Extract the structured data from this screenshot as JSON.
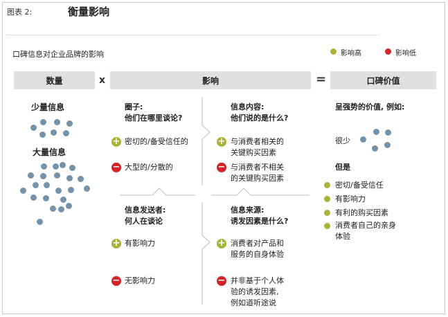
{
  "figure_label": "图表 2:",
  "title": "衡量影响",
  "subtitle": "口碑信息对企业品牌的影响",
  "legend": [
    {
      "label": "影响高",
      "color": "#a9b33a"
    },
    {
      "label": "影响低",
      "color": "#d2232a"
    }
  ],
  "headers": {
    "quantity": "数量",
    "times": "x",
    "impact": "影响",
    "equals": "=",
    "value": "口碑价值"
  },
  "quantity": {
    "few": "少量信息",
    "many": "大量信息"
  },
  "impact": {
    "circle": {
      "heading": [
        "圈子:",
        "他们在哪里谈论?"
      ],
      "high": "密切的/备受信任的",
      "low": "大型的/分散的"
    },
    "content": {
      "heading": [
        "信息内容:",
        "他们说的是什么?"
      ],
      "high": [
        "与消费者相关的",
        "关键购买因素"
      ],
      "low": [
        "与消费者不相关",
        "的关键购买因素"
      ]
    },
    "sender": {
      "heading": [
        "信息发送者:",
        "何人在谈论"
      ],
      "high": "有影响力",
      "low": "无影响力"
    },
    "source": {
      "heading": [
        "信息来源:",
        "诱发因素是什么?"
      ],
      "high": [
        "消费者对产品和",
        "服务的自身体验"
      ],
      "low": [
        "并非基于个人体",
        "验的诱发因素,",
        "例如道听途说"
      ]
    }
  },
  "value": {
    "heading": "呈强势的价值, 例如:",
    "rare": "很少",
    "but": "但是",
    "items": [
      "密切/备受信任",
      "有影响力",
      "有利的购买因素",
      "消费者自己的亲身",
      "体验"
    ]
  },
  "colors": {
    "dot": "#7592aa",
    "high": "#a9b33a",
    "low": "#d2232a",
    "header_bg": "#e0e0e0"
  }
}
